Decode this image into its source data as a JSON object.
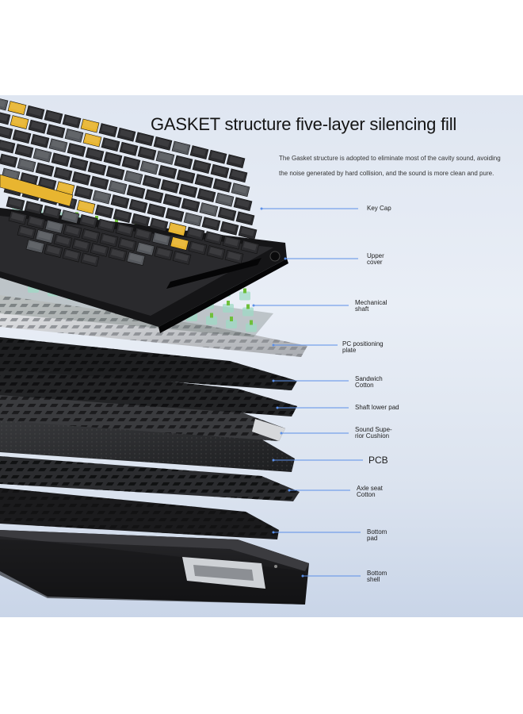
{
  "title": "GASKET structure five-layer silencing fill",
  "description_lines": [
    "The Gasket structure is adopted to eliminate most of the cavity sound, avoiding",
    "the noise generated by hard collision, and the sound is more clean and pure."
  ],
  "layers": [
    {
      "line1": "Key Cap",
      "line2": ""
    },
    {
      "line1": "Upper",
      "line2": "cover"
    },
    {
      "line1": "Mechanical",
      "line2": "shaft"
    },
    {
      "line1": "PC positioning",
      "line2": "plate"
    },
    {
      "line1": "Sandwich",
      "line2": "Cotton"
    },
    {
      "line1": "Shaft lower pad",
      "line2": ""
    },
    {
      "line1": "Sound Supe-",
      "line2": "rior Cushion"
    },
    {
      "line1": "PCB",
      "line2": ""
    },
    {
      "line1": "Axle seat",
      "line2": "Cotton"
    },
    {
      "line1": "Bottom",
      "line2": "pad"
    },
    {
      "line1": "Bottom",
      "line2": "shell"
    }
  ],
  "colors": {
    "accent_line": "#5b8fe8",
    "keycap_yellow": "#e8b530",
    "keycap_dark": "#2b2b2e",
    "keycap_grey": "#55585d",
    "switch_green": "#6fbf3a"
  }
}
